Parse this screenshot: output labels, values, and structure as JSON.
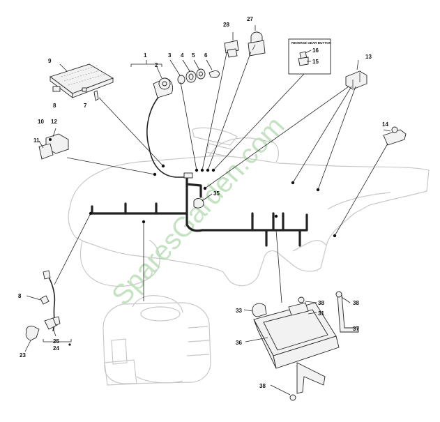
{
  "watermark": "SparesGarden.com",
  "reverse_box": {
    "title": "REVERSE GEAR BUTTON"
  },
  "labels": {
    "l1": "1",
    "l2": "2",
    "l3": "3",
    "l4": "4",
    "l5": "5",
    "l6": "6",
    "l7": "7",
    "l8a": "8",
    "l8b": "8",
    "l9": "9",
    "l10": "10",
    "l11": "11",
    "l12": "12",
    "l13": "13",
    "l14": "14",
    "l15": "15",
    "l16": "16",
    "l23": "23",
    "l24": "24",
    "l25": "25",
    "l27": "27",
    "l28": "28",
    "l31": "31",
    "l33": "33",
    "l35": "35",
    "l36": "36",
    "l37": "37",
    "l38a": "38",
    "l38b": "38",
    "l38c": "38"
  }
}
